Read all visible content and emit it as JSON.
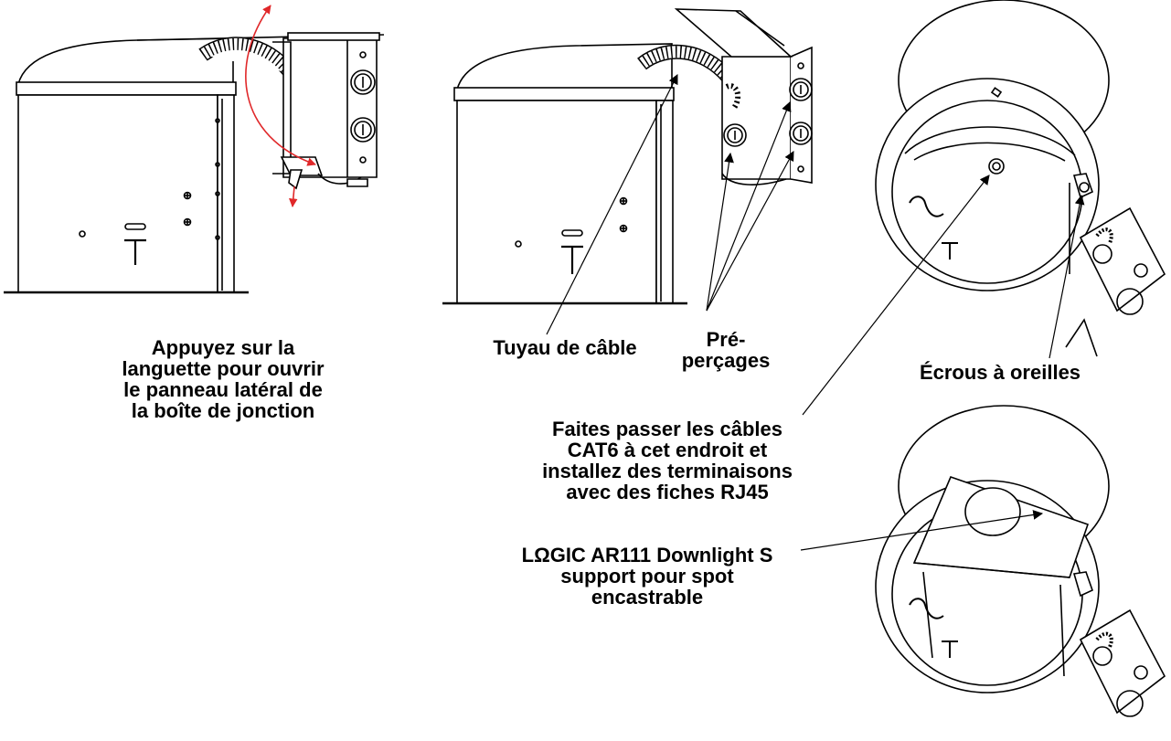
{
  "colors": {
    "line": "#000000",
    "arrow_red": "#e0282a",
    "background": "#ffffff"
  },
  "captions": {
    "press_tab": {
      "lines": [
        "Appuyez sur la",
        "languette pour ouvrir",
        "le panneau latéral de",
        "la boîte de jonction"
      ]
    },
    "cable_pipe": {
      "lines": [
        "Tuyau de câble"
      ]
    },
    "knockouts": {
      "lines": [
        "Pré-",
        "perçages"
      ]
    },
    "wing_nuts": {
      "lines": [
        "Écrous à oreilles"
      ]
    },
    "route_cables": {
      "lines": [
        "Faites passer les câbles",
        "CAT6 à cet endroit et",
        "installez des terminaisons",
        "avec des fiches RJ45"
      ]
    },
    "product": {
      "lines": [
        "LΩGIC AR111 Downlight S",
        "support pour spot",
        "encastrable"
      ]
    }
  }
}
